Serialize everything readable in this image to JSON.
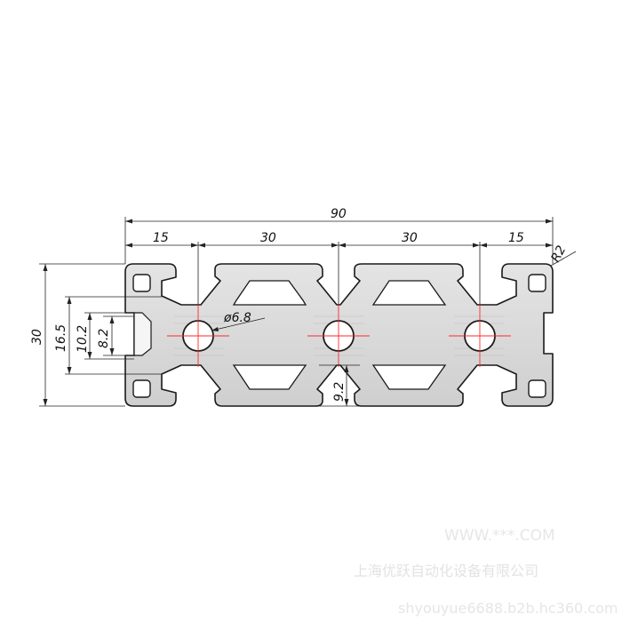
{
  "dimensions": {
    "overall_width": "90",
    "seg_left": "15",
    "seg_mid_left": "30",
    "seg_mid_right": "30",
    "seg_right": "15",
    "corner_radius": "R2",
    "height": "30",
    "slot_outer": "16.5",
    "slot_mid": "10.2",
    "slot_inner": "8.2",
    "hole_diameter": "ø6.8",
    "web_height": "9.2"
  },
  "watermarks": {
    "site": "WWW.***.COM",
    "company": "上海优跃自动化设备有限公司",
    "url": "shyouyue6688.b2b.hc360.com"
  },
  "colors": {
    "profile_fill": "#dcdcdc",
    "profile_stroke": "#1a1a1a",
    "center_mark": "#ff2a2a",
    "dimension_line": "#222222"
  }
}
